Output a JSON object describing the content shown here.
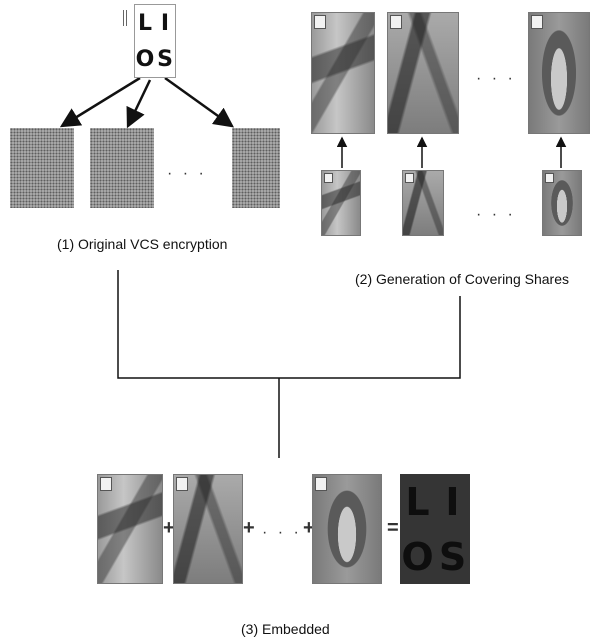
{
  "secret_image": {
    "letters": [
      "L",
      "I",
      "O",
      "S"
    ]
  },
  "section1": {
    "caption": "(1) Original VCS encryption",
    "ellipsis": "· · ·"
  },
  "section2": {
    "caption": "(2) Generation of Covering Shares",
    "ellipsis": "· · ·"
  },
  "section3": {
    "caption": "(3) Embedded",
    "ellipsis": "· · ·",
    "plus": "+",
    "equals": "="
  },
  "colors": {
    "line": "#111111",
    "share": "#8f8f8f",
    "result_bg": "#353535"
  }
}
